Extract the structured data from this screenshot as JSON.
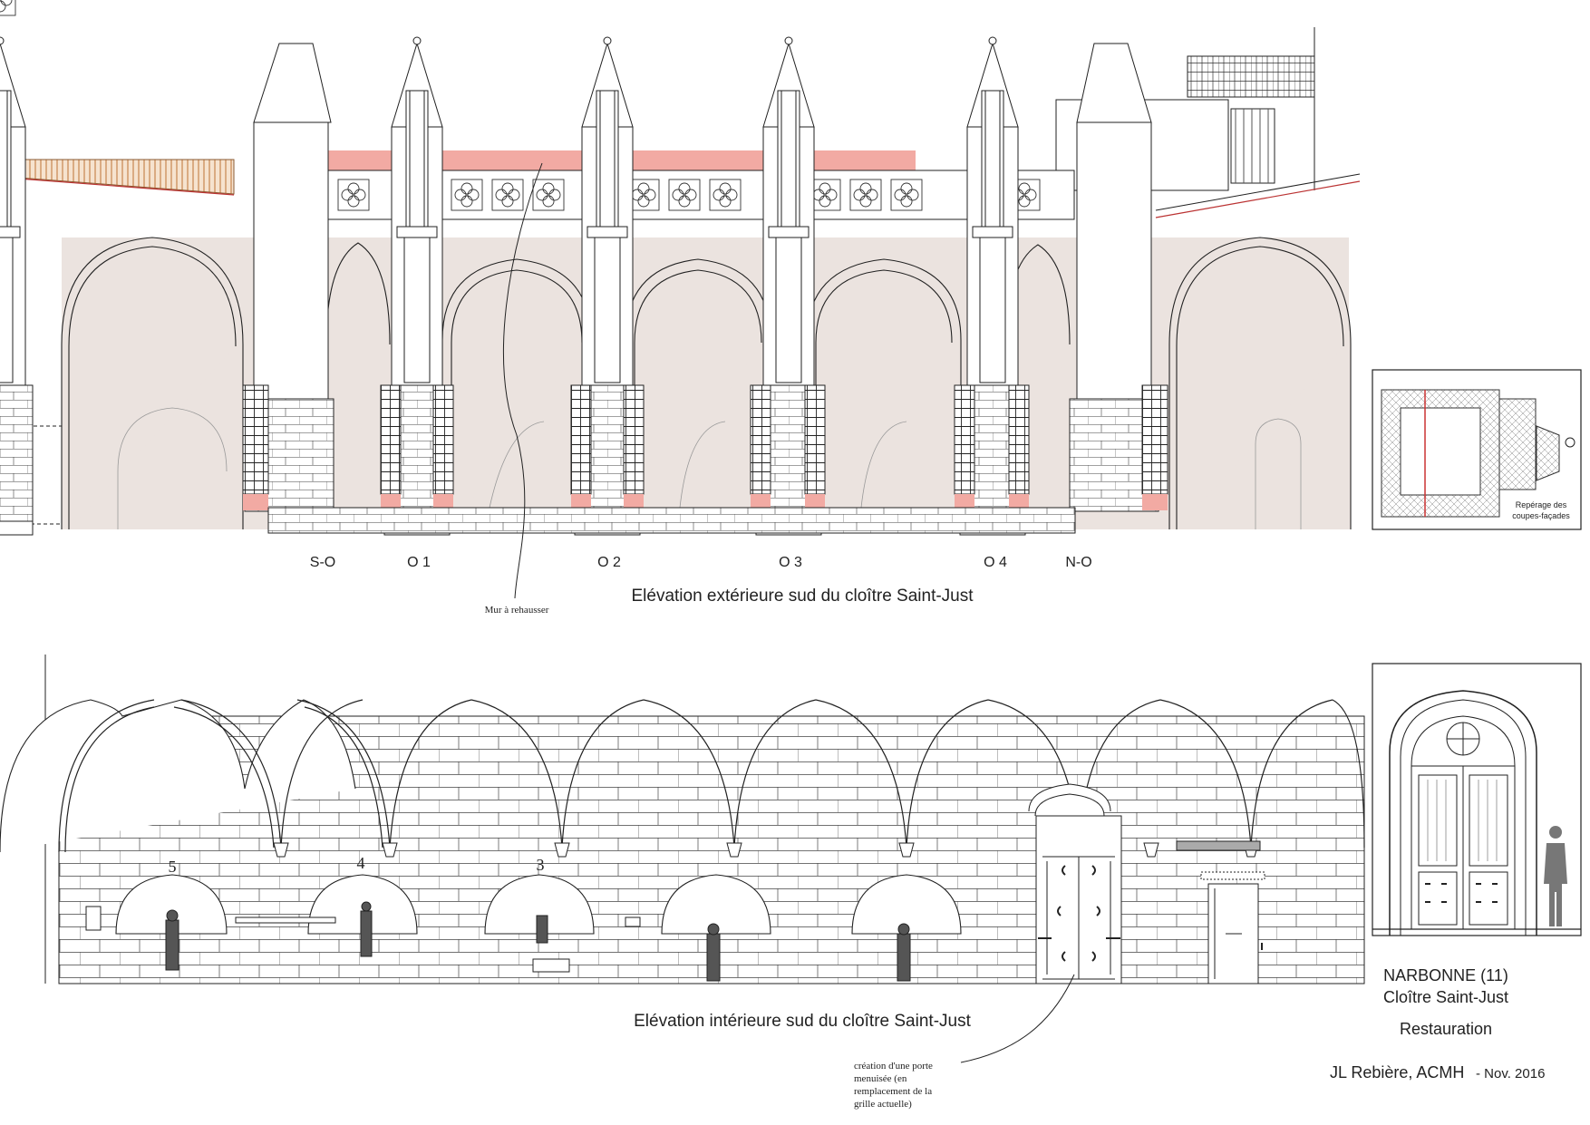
{
  "exterior": {
    "title": "Elévation extérieure sud du cloître Saint-Just",
    "annotation": "Mur à rehausser",
    "pillar_labels": [
      "S-O",
      "O 1",
      "O 2",
      "O 3",
      "O 4",
      "N-O"
    ]
  },
  "interior": {
    "title": "Elévation intérieure sud du cloître Saint-Just",
    "bay_numbers": [
      "5",
      "4",
      "3"
    ],
    "annotation_lines": [
      "création d'une porte",
      "menuisée (en",
      "remplacement de la",
      "grille actuelle)"
    ]
  },
  "plan_inset": {
    "caption_lines": [
      "Repérage des",
      "coupes-façades"
    ]
  },
  "cartouche": {
    "city": "NARBONNE (11)",
    "monument": "Cloître Saint-Just",
    "phase": "Restauration",
    "author": "JL Rebière, ACMH",
    "date": "- Nov. 2016"
  },
  "colors": {
    "line": "#222222",
    "wall_fill": "#ebe3df",
    "raise_highlight": "#f2aaa3",
    "roof_wood": "#c8864e"
  }
}
